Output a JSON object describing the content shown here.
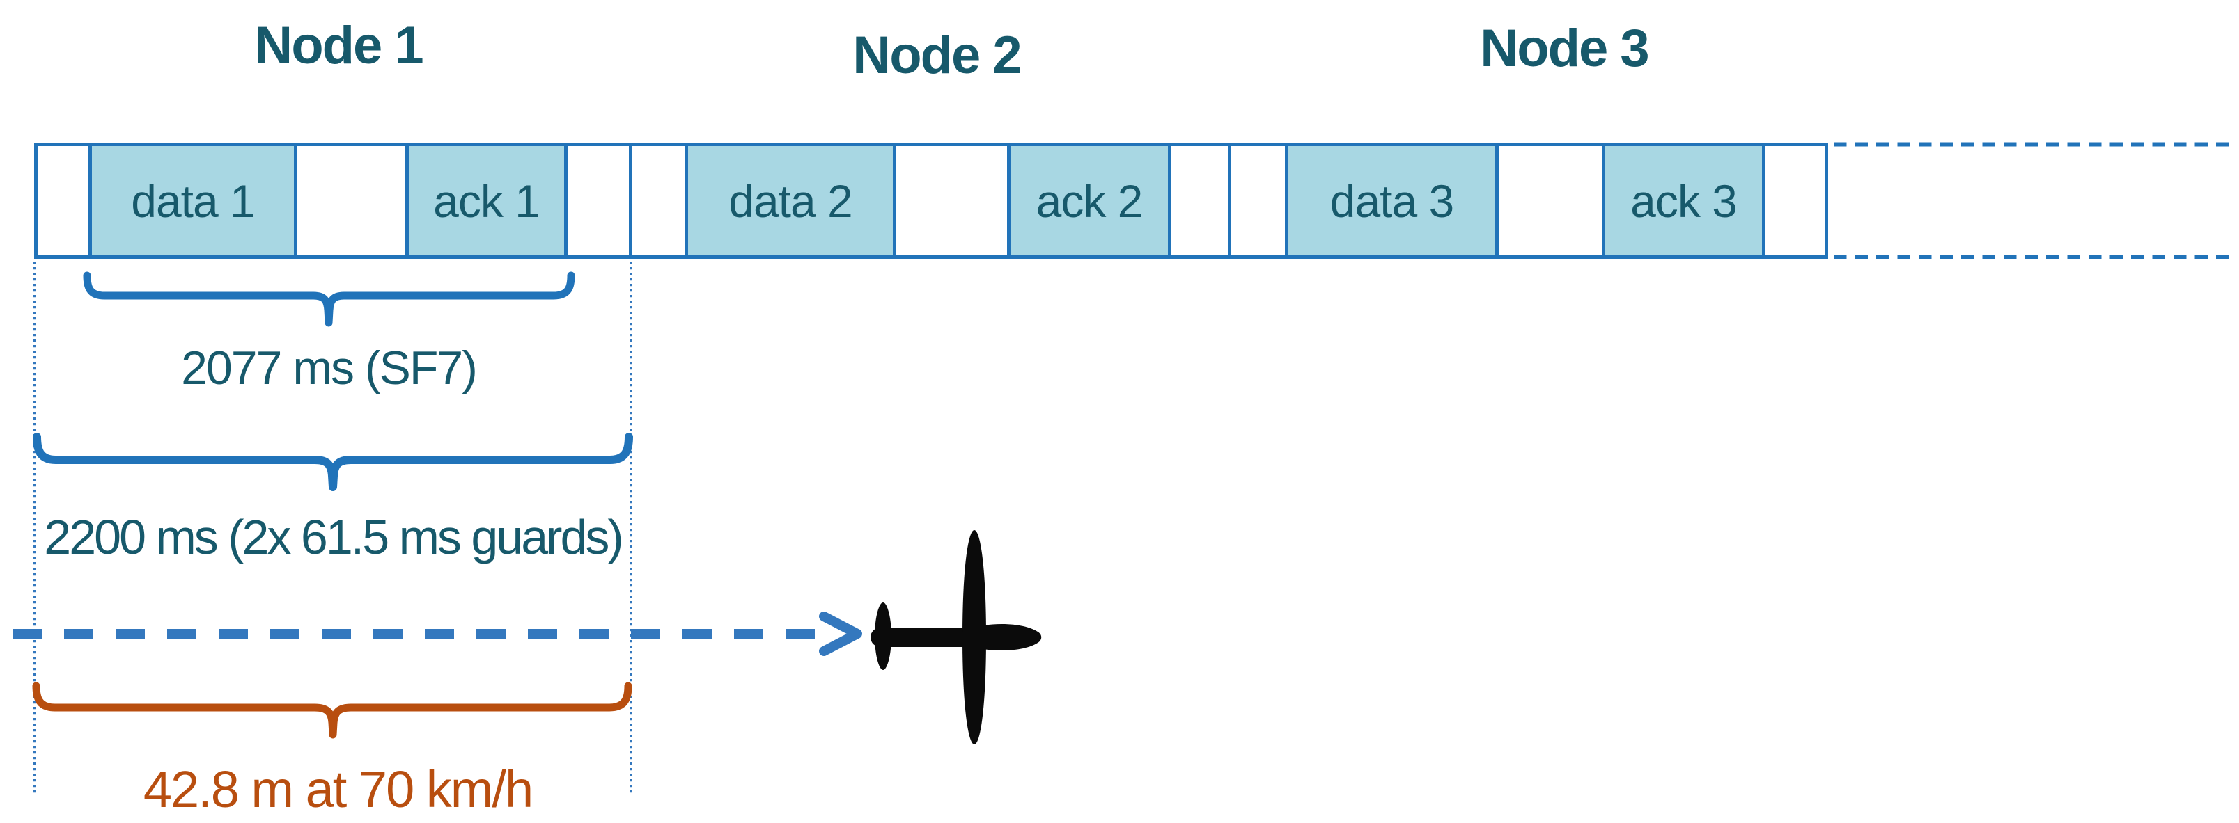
{
  "title_row": {
    "nodes": [
      "Node 1",
      "Node 2",
      "Node 3"
    ]
  },
  "timeline": {
    "sections": [
      {
        "data": "data 1",
        "ack": "ack 1"
      },
      {
        "data": "data 2",
        "ack": "ack 2"
      },
      {
        "data": "data 3",
        "ack": "ack 3"
      }
    ]
  },
  "annotations": {
    "airtime": "2077 ms (SF7)",
    "slot_duration": "2200 ms (2x 61.5 ms guards)",
    "distance": "42.8 m at 70 km/h"
  },
  "icons": {
    "airplane": "airplane-top-view-icon",
    "flight_path": "dashed-right-arrow-icon",
    "braces": [
      "airtime-brace",
      "slot-duration-brace",
      "distance-brace"
    ]
  },
  "colors": {
    "outline_blue": "#2173B9",
    "slot_fill_light_blue": "#A8D7E3",
    "text_teal": "#17596B",
    "arrow_blue": "#3478BE",
    "accent_orange": "#B84E0F",
    "airplane_black": "#0B0B0B"
  }
}
